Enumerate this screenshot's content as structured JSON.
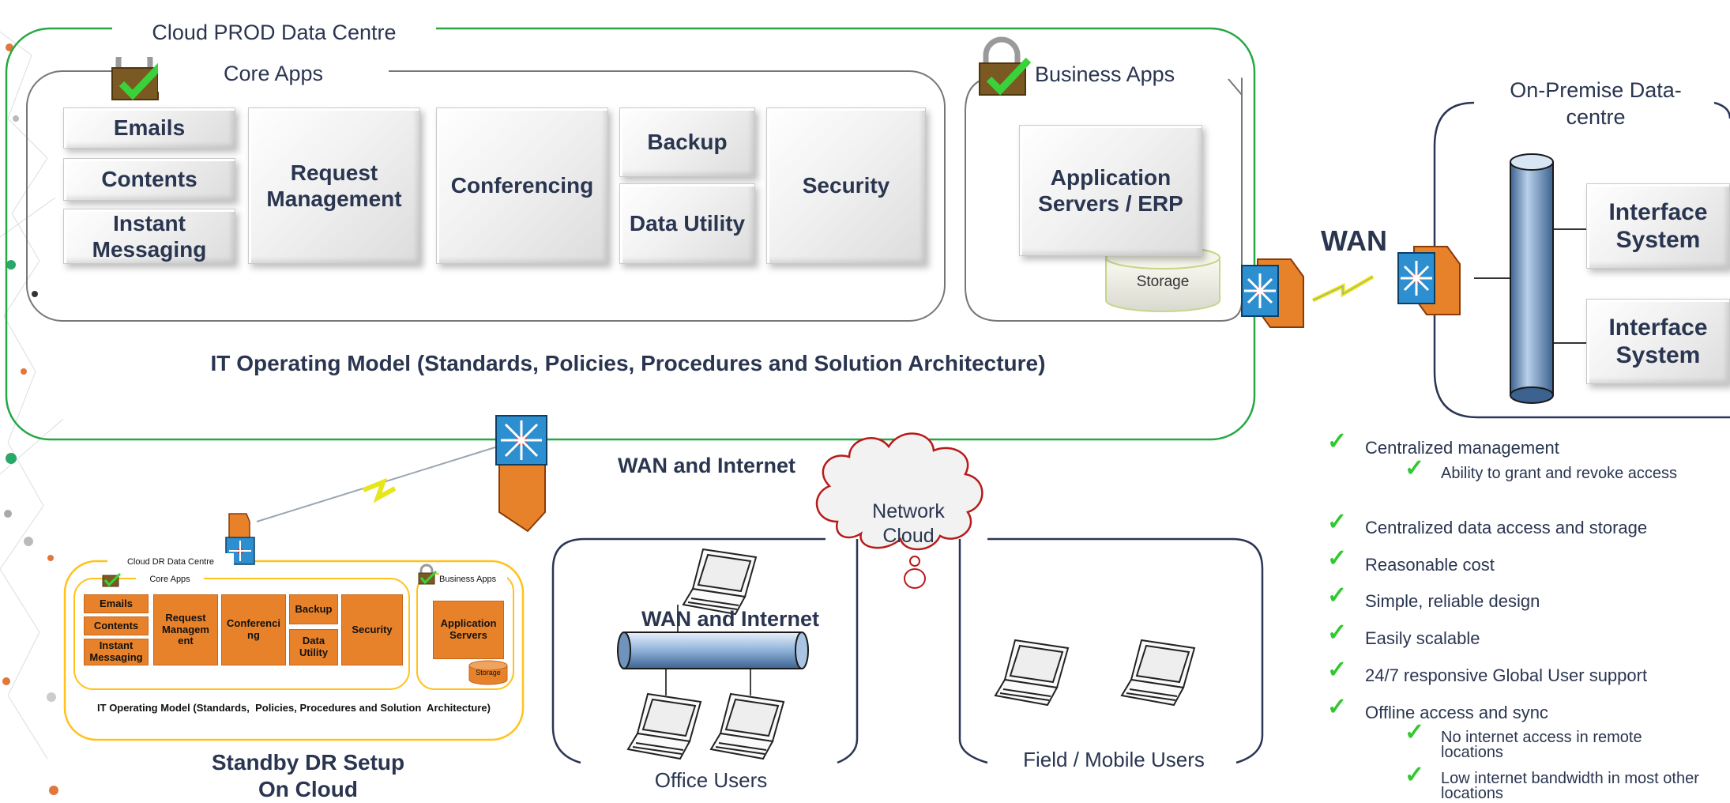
{
  "prod": {
    "title": "Cloud  PROD Data Centre",
    "core_title": "Core Apps",
    "business_title": "Business Apps",
    "apps": {
      "emails": "Emails",
      "contents": "Contents",
      "instant_messaging": "Instant Messaging",
      "request_management": "Request Management",
      "conferencing": "Conferencing",
      "backup": "Backup",
      "data_utility": "Data Utility",
      "security": "Security",
      "app_servers": "Application Servers / ERP"
    },
    "storage": "Storage",
    "operating_model": "IT Operating Model (Standards, Policies, Procedures and Solution Architecture)"
  },
  "wan_label": "WAN",
  "wan_internet_label": "WAN and Internet",
  "onprem": {
    "title": "On-Premise Data-centre",
    "interface_1": "Interface System",
    "interface_2": "Interface System"
  },
  "dr": {
    "title": "Cloud  DR Data Centre",
    "core_title": "Core Apps",
    "business_title": "Business Apps",
    "apps": {
      "emails": "Emails",
      "contents": "Contents",
      "instant_messaging": "Instant Messaging",
      "request_management": "Request Managem ent",
      "conferencing": "Conferenci ng",
      "backup": "Backup",
      "data_utility": "Data Utility",
      "security": "Security",
      "app_servers": "Application Servers"
    },
    "storage": "Storage",
    "operating_model": "IT Operating Model (Standards,  Policies, Procedures and Solution  Architecture)",
    "caption": "Standby DR Setup On Cloud"
  },
  "network": {
    "cloud_label": "Network Cloud",
    "wan_internet_overlay": "WAN and Internet",
    "office_users": "Office Users",
    "field_users": "Field / Mobile Users"
  },
  "benefits": [
    {
      "text": "Centralized management",
      "sub": [
        "Ability to grant and revoke access"
      ]
    },
    {
      "text": "Centralized data access and storage",
      "sub": []
    },
    {
      "text": "Reasonable cost",
      "sub": []
    },
    {
      "text": "Simple, reliable design",
      "sub": []
    },
    {
      "text": "Easily scalable",
      "sub": []
    },
    {
      "text": "24/7 responsive Global User support",
      "sub": []
    },
    {
      "text": "Offline access and sync",
      "sub": [
        "No internet access in remote locations",
        "Low internet bandwidth in most other locations"
      ]
    }
  ],
  "colors": {
    "prod_border": "#26a843",
    "dr_border": "#ffc21a",
    "text": "#2a3550",
    "check": "#2fc92f",
    "dr_box": "#e8822a"
  }
}
